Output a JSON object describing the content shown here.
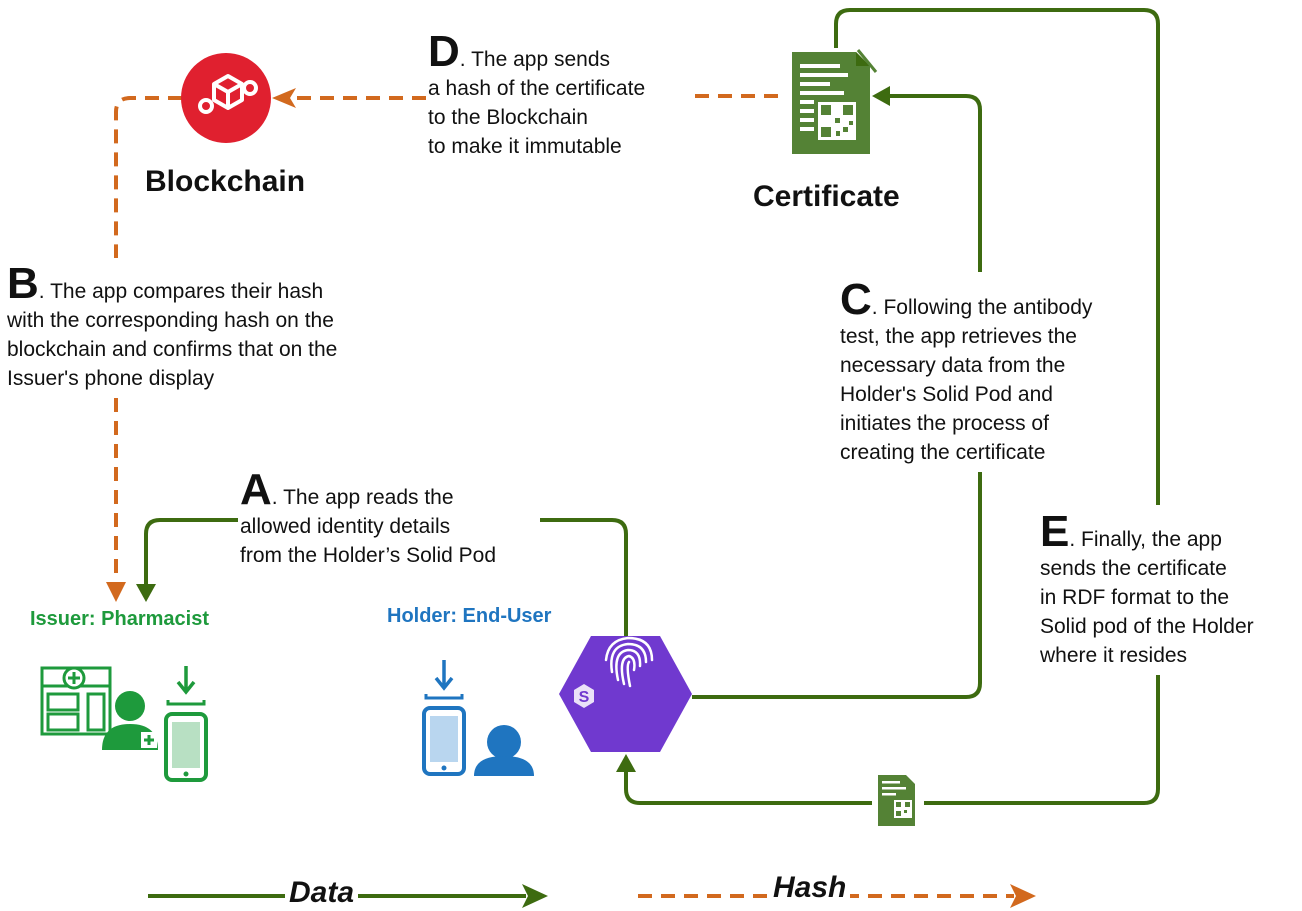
{
  "steps": {
    "a": {
      "letter": "A",
      "lead": ". The app reads the",
      "rest": "allowed identity details\nfrom the Holder’s Solid Pod"
    },
    "b": {
      "letter": "B",
      "lead": ". The app compares their hash",
      "rest": "with the corresponding hash on the\nblockchain and confirms that on the\nIssuer's phone display"
    },
    "c": {
      "letter": "C",
      "lead": ". Following the antibody",
      "rest": "test, the app retrieves the\nnecessary data from the\nHolder's Solid Pod and\ninitiates the process of\ncreating the certificate"
    },
    "d": {
      "letter": "D",
      "lead": ". The app sends",
      "rest": "a hash of the certificate\nto the Blockchain\nto make it immutable"
    },
    "e": {
      "letter": "E",
      "lead": ". Finally, the app",
      "rest": "sends the certificate\nin RDF format to the\nSolid pod of the Holder\nwhere it resides"
    }
  },
  "nodes": {
    "blockchain": "Blockchain",
    "certificate": "Certificate",
    "issuer": "Issuer: Pharmacist",
    "holder": "Holder: End-User"
  },
  "legend": {
    "data": "Data",
    "hash": "Hash"
  },
  "colors": {
    "data_arrow": "#3d6b10",
    "hash_arrow": "#d2691e",
    "blockchain": "#e0202f",
    "certificate": "#548235",
    "issuer": "#1e9a3c",
    "holder": "#1f75c0",
    "solid_pod": "#7039cf"
  },
  "icons": [
    "blockchain-icon",
    "certificate-icon",
    "pharmacy-icon",
    "pharmacist-icon",
    "phone-download-icon",
    "user-icon",
    "solid-pod-icon",
    "fingerprint-icon"
  ]
}
